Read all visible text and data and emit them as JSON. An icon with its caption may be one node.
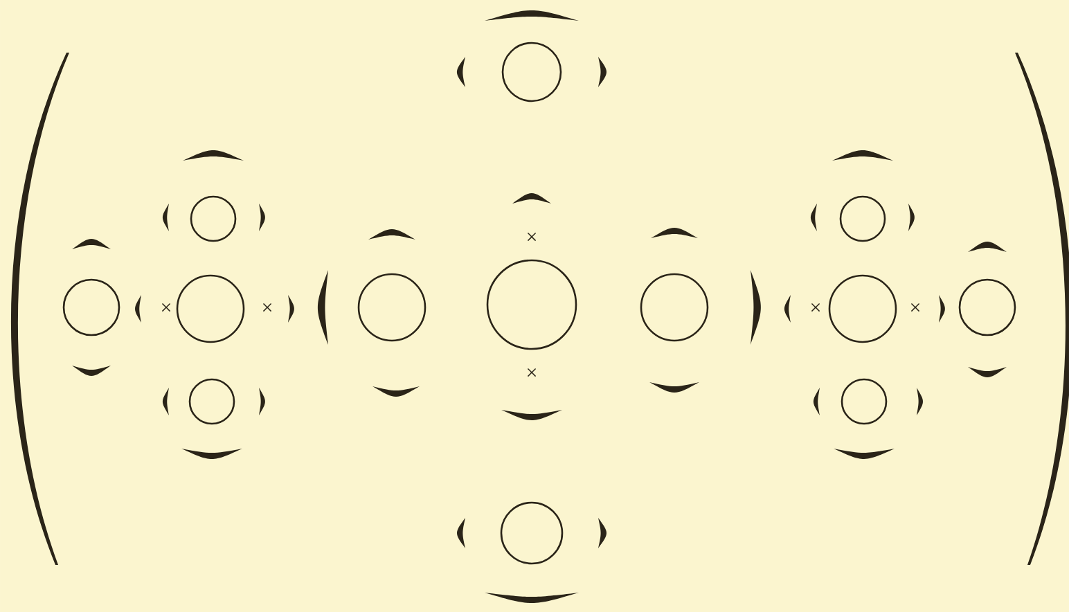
{
  "diagram": {
    "nodes": [
      {
        "text": [],
        "shape": "circle"
      },
      {
        "text": [],
        "shape": "circle"
      },
      {
        "text": [],
        "shape": "circle"
      },
      {
        "text": [],
        "shape": "circle"
      },
      {
        "text": [],
        "shape": "circle"
      },
      {
        "text": [],
        "shape": "circle"
      },
      {
        "text": [],
        "shape": "circle"
      },
      {
        "text": [],
        "shape": "circle"
      },
      {
        "text": [],
        "shape": "circle"
      },
      {
        "text": [],
        "shape": "circle"
      },
      {
        "text": [],
        "shape": "circle"
      },
      {
        "text": [],
        "shape": "circle"
      },
      {
        "text": [],
        "shape": "circle"
      }
    ],
    "labels": [
      "×",
      "×",
      "×",
      "×",
      "×",
      "×"
    ]
  }
}
